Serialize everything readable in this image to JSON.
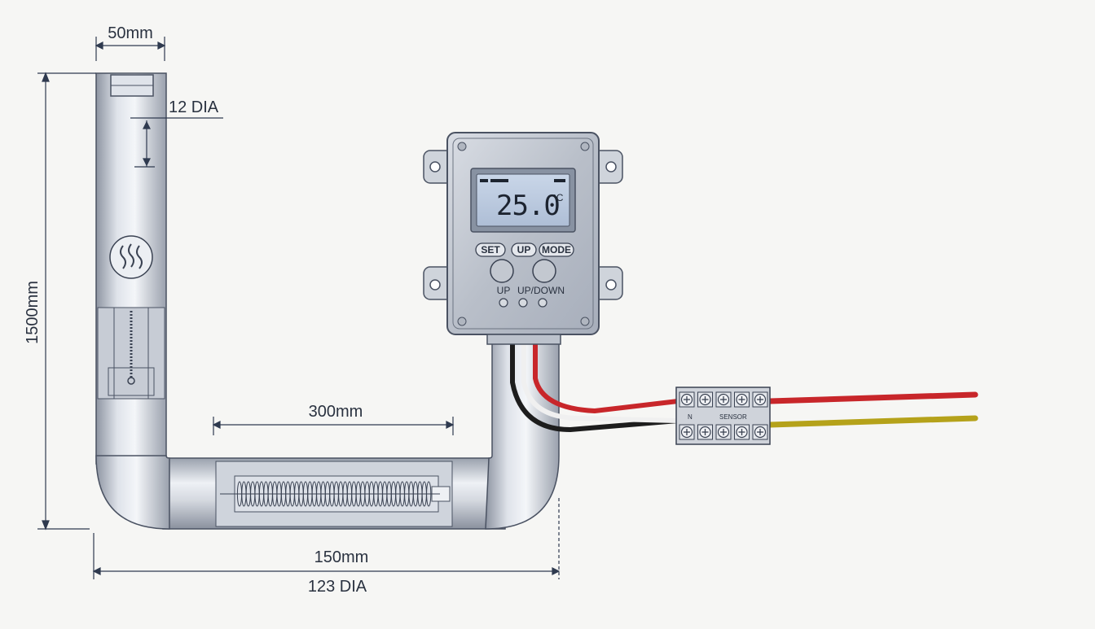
{
  "dimensions": {
    "width_top": "50mm",
    "dia_small": "12 DIA",
    "height": "1500mm",
    "inner_length": "300mm",
    "base_length": "150mm",
    "dia_large": "123 DIA"
  },
  "controller": {
    "display_value": "25.0",
    "display_unit": "°C",
    "buttons": [
      "SET",
      "UP",
      "MODE"
    ],
    "lower_labels": [
      "UP",
      "UP/DOWN"
    ]
  },
  "terminal": {
    "label_left": "N",
    "label_right": "SENSOR"
  },
  "colors": {
    "pipe": "#c8ccd4",
    "dim_line": "#2f3a4f",
    "wire_red": "#c8262a",
    "wire_black": "#1d1d1d",
    "wire_yellow": "#b5a21a"
  },
  "icons": [
    "heat-wave-icon"
  ]
}
